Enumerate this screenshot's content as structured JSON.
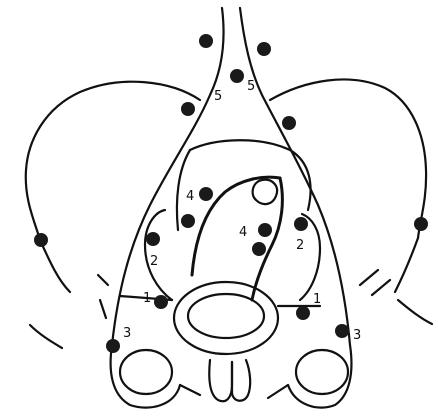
{
  "labels": {
    "left_1": "1",
    "right_1": "1",
    "left_2": "2",
    "right_2": "2",
    "left_3": "3",
    "right_3": "3",
    "left_4": "4",
    "right_4": "4",
    "left_5": "5",
    "right_5": "5"
  },
  "colors": {
    "stroke": "#111111",
    "dot": "#1a1a1a",
    "background": "#ffffff"
  }
}
